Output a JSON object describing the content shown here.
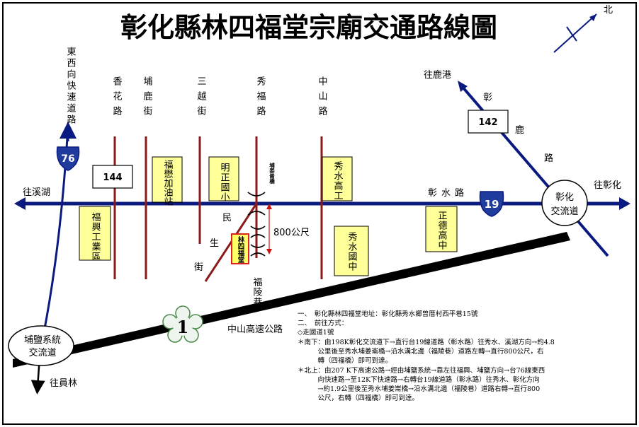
{
  "title": "彰化縣林四福堂宗廟交通路線圖",
  "compass": {
    "label": "北"
  },
  "roads": {
    "east_west_expressway": "東西向快速道路",
    "xianghua_rd": "香花路",
    "pulu_st": "埔鹿街",
    "sanyue_st": "三越街",
    "xiufu_rd": "秀福路",
    "zhongshan_rd": "中山路",
    "changshui_rd": "彰水路",
    "minsheng_st": "民生街",
    "fuling_lane": "福陵巷",
    "changlu_rd": "彰鹿路",
    "freeway": "中山高速公路"
  },
  "shields": {
    "r76": "76",
    "r19": "19",
    "r144": "144",
    "r142": "142",
    "f1": "1"
  },
  "directions": {
    "to_xihu": "往溪湖",
    "to_changhua": "往彰化",
    "to_lugang": "往鹿港",
    "to_yuanlin": "往員林"
  },
  "interchanges": {
    "changhua": "彰化交流道",
    "puyan": "埔鹽系統交流道"
  },
  "landmarks": {
    "fuxing_industrial": "福興工業區",
    "fuhui_gas": "福懋加油站",
    "mingzheng_elem": "明正國小",
    "xiushui_vocational": "秀水高工",
    "xiushui_junior": "秀水國中",
    "zhengde_high": "正德高中",
    "temple": "林四福堂",
    "bridge": "埔姜崙橋"
  },
  "distance": "800公尺",
  "info_lines": [
    "一、　彰化縣林四福堂地址：彰化縣秀水鄉曾厝村西平巷15號",
    "二、　前往方式：",
    "◇走國道1號",
    "＊南下：由198K彰化交流道下→直行台19線道路（彰水路）往秀水、溪湖方向→約4.8",
    "　　　公里後至秀水埔姜崙橋→沿水溝北邊（福陵巷）道路左轉→直行800公尺，右",
    "　　　轉（四福橋）即可到達。",
    "＊北上：由207 K下高速公路→經由埔鹽系統→靠左往福興、埔鹽方向→台76線東西",
    "　　　向快速路→至12K下快速路→右轉台19線道路（彰水路）往秀水、彰化方向",
    "　　　→約1.9公里後至秀水埔姜崙橋→沿水溝北邊（福陵巷）道路右轉→直行800",
    "　　　公尺，右轉（四福橋）即可到達。"
  ],
  "colors": {
    "main_road": "#0b1a80",
    "minor_road": "#8b1a1a",
    "freeway": "#000000",
    "landmark_fill": "#ffff99",
    "temple_border": "#dd2222"
  }
}
